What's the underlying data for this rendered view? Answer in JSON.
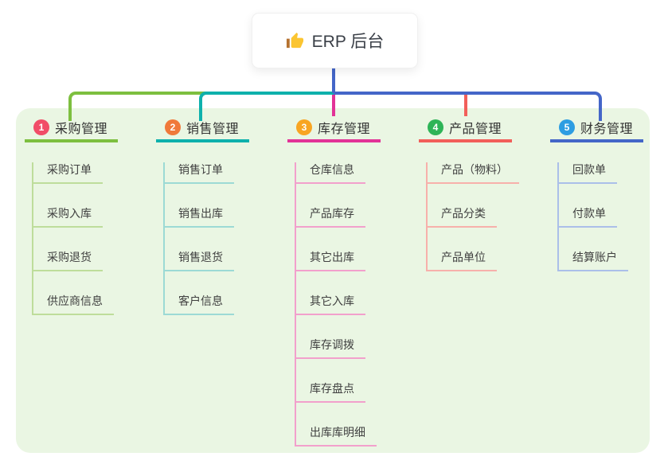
{
  "root": {
    "title": "ERP 后台",
    "icon": "thumbs-up-icon"
  },
  "canvas": {
    "background": "#ffffff",
    "panel_color": "#eaf6e3",
    "root_line_color": "#4466c8",
    "card_text_color": "#3a3f47",
    "icon_color": "#fbc531"
  },
  "branches": [
    {
      "badge": "1",
      "label": "采购管理",
      "badge_color": "#f14d68",
      "line_color": "#7dbf3f",
      "light_line_color": "#bedd9b",
      "children": [
        "采购订单",
        "采购入库",
        "采购退货",
        "供应商信息"
      ]
    },
    {
      "badge": "2",
      "label": "销售管理",
      "badge_color": "#f0793a",
      "line_color": "#0eb1ac",
      "light_line_color": "#9cdad5",
      "children": [
        "销售订单",
        "销售出库",
        "销售退货",
        "客户信息"
      ]
    },
    {
      "badge": "3",
      "label": "库存管理",
      "badge_color": "#f8a522",
      "line_color": "#e23297",
      "light_line_color": "#f2a0cc",
      "children": [
        "仓库信息",
        "产品库存",
        "其它出库",
        "其它入库",
        "库存调拨",
        "库存盘点",
        "出库库明细"
      ]
    },
    {
      "badge": "4",
      "label": "产品管理",
      "badge_color": "#2eb457",
      "line_color": "#f25f5a",
      "light_line_color": "#f7b0ab",
      "children": [
        "产品（物料）",
        "产品分类",
        "产品单位"
      ]
    },
    {
      "badge": "5",
      "label": "财务管理",
      "badge_color": "#2d9de2",
      "line_color": "#4466c8",
      "light_line_color": "#abbfe9",
      "children": [
        "回款单",
        "付款单",
        "结算账户"
      ]
    }
  ]
}
